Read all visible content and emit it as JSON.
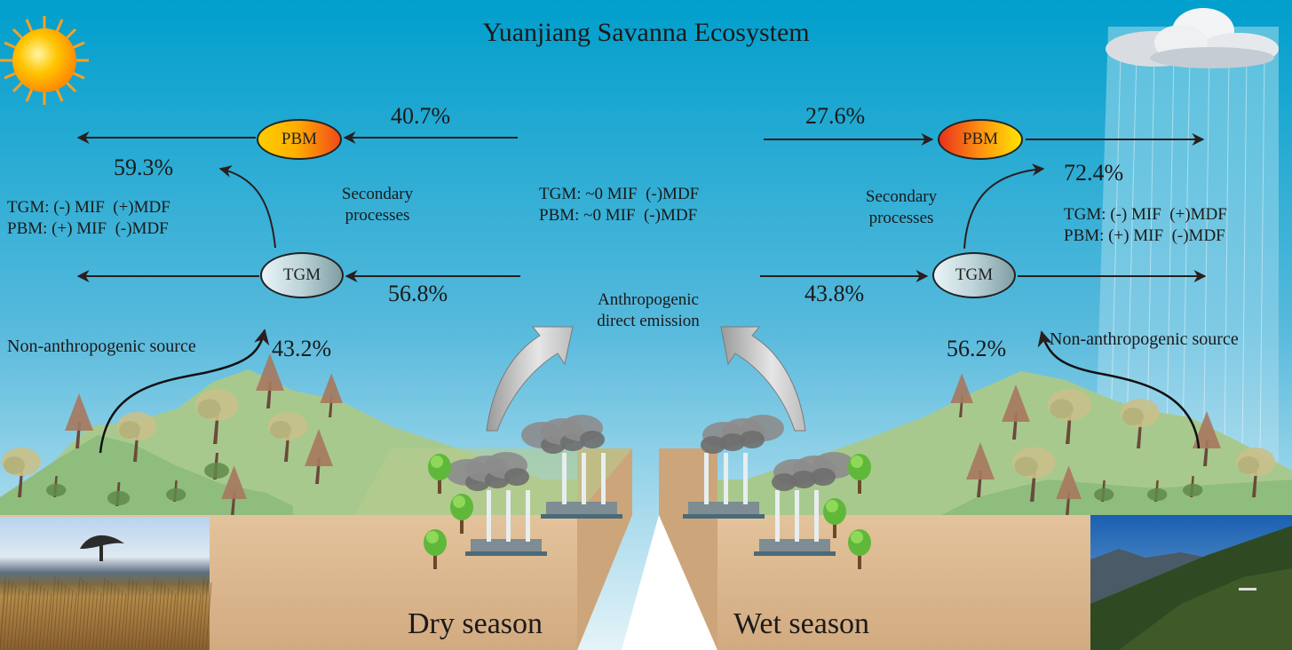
{
  "title": "Yuanjiang Savanna Ecosystem",
  "dry_season": {
    "label": "Dry season",
    "pbm_flux_pct": "40.7%",
    "tgm_flux_pct": "56.8%",
    "secondary_pct": "59.3%",
    "non_anthropogenic_pct": "43.2%",
    "secondary_label_line1": "Secondary",
    "secondary_label_line2": "processes",
    "effects": [
      "TGM: (-) MIF  (+)MDF",
      "PBM: (+) MIF  (-)MDF"
    ],
    "non_anthropogenic_label": "Non-anthropogenic source",
    "photo": "dry-grassland-photo"
  },
  "wet_season": {
    "label": "Wet season",
    "pbm_flux_pct": "27.6%",
    "tgm_flux_pct": "43.8%",
    "secondary_pct": "72.4%",
    "non_anthropogenic_pct": "56.2%",
    "secondary_label_line1": "Secondary",
    "secondary_label_line2": "processes",
    "effects": [
      "TGM: (-) MIF  (+)MDF",
      "PBM: (+) MIF  (-)MDF"
    ],
    "non_anthropogenic_label": "Non-anthropogenic source",
    "photo": "wet-forest-photo"
  },
  "anthropogenic": {
    "effects": [
      "TGM: ~0 MIF  (-)MDF",
      "PBM: ~0 MIF  (-)MDF"
    ],
    "label_line1": "Anthropogenic",
    "label_line2": "direct emission"
  },
  "nodes": {
    "pbm": "PBM",
    "tgm": "TGM"
  },
  "icons": {
    "sun": "sun-icon",
    "cloud": "rain-cloud-icon",
    "factory": "factory-icon",
    "tree": "tree-icon"
  },
  "colors": {
    "sky_top": "#009fcc",
    "sky_bottom": "#d8eef5",
    "hill_green": "#9cc48c",
    "soil": "#d8b48c",
    "pbm_red": "#e8321c",
    "pbm_yellow": "#ffe400",
    "tgm_gray": "#bcd3d8"
  }
}
